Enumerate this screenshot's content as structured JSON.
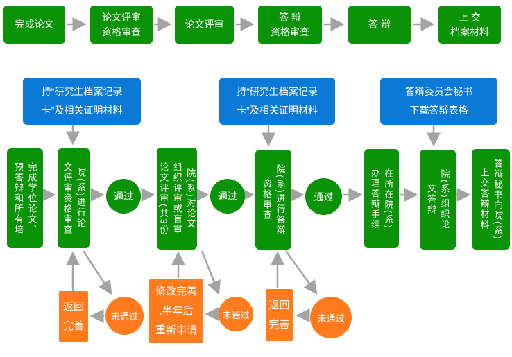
{
  "title": "研究生论文评审与答辩流程图",
  "colors": {
    "step_green": "#0a9306",
    "info_blue": "#0b79d6",
    "warn_orange": "#ff7b1d",
    "arrow_gray": "#a3a3a3",
    "text_white": "#ffffff"
  },
  "top_steps": [
    {
      "label": "完成论文"
    },
    {
      "label": "论文评审\n资格审查"
    },
    {
      "label": "论文评审"
    },
    {
      "label": "答 辩\n资格审查"
    },
    {
      "label": "答 辩"
    },
    {
      "label": "上 交\n档案材料"
    }
  ],
  "info_boxes": [
    {
      "label": "持“研究生档案记录\n卡”及相关证明材料"
    },
    {
      "label": "持“研究生档案记录\n卡”及相关证明材料"
    },
    {
      "label": "答辩委员会秘书\n下载答辩表格"
    }
  ],
  "process_steps": [
    {
      "label": "完成学位论文、\n预答辩和所有培"
    },
    {
      "label": "院(系)进行论\n文评审资格审查"
    },
    {
      "label": "院(系)对论文\n组织评审或盲审\n论文评审(共3份"
    },
    {
      "label": "院(系)进行答辩\n资格审查"
    },
    {
      "label": "在所在院(系)\n办理答辩手续"
    },
    {
      "label": "院(系)组织论\n文答辩"
    },
    {
      "label": "答辩秘书向院(系)\n上交答辩材料"
    }
  ],
  "pass_circles": [
    {
      "label": "通过"
    },
    {
      "label": "通过"
    },
    {
      "label": "通过"
    }
  ],
  "fail_circles": [
    {
      "label": "未通过"
    },
    {
      "label": "未通过"
    },
    {
      "label": "未通过"
    }
  ],
  "return_boxes": [
    {
      "label": "返回\n完善"
    },
    {
      "label": "返回\n完善"
    }
  ],
  "revise_box": {
    "label": "修改完善\n,半年后\n重新申请"
  }
}
